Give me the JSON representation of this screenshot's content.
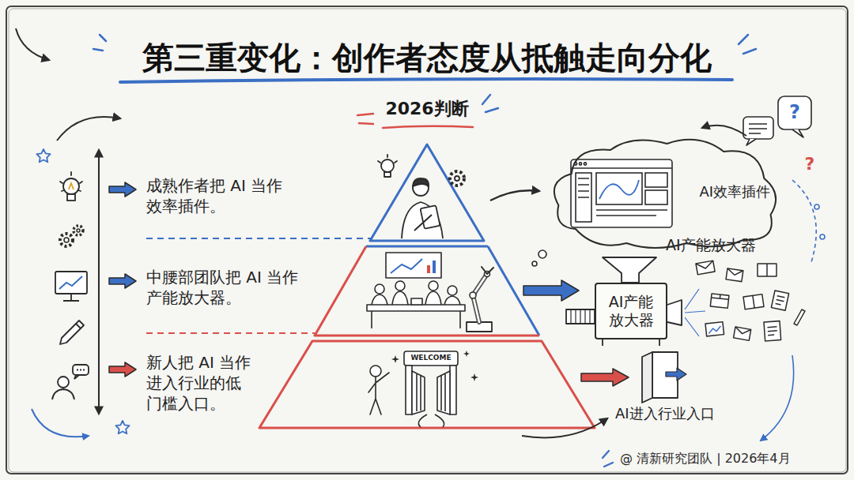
{
  "diagram": {
    "title": "第三重变化：创作者态度从抵触走向分化",
    "caption": "@ 清新研究团队 | 2026年4月",
    "nodes": [
      {
        "text": [
          "AI效率插件"
        ]
      },
      {
        "text": [
          "AI产能 放大器"
        ]
      }
    ],
    "labels": [
      "2026判断",
      "?",
      "?",
      "成熟作者把 AI 当作效率插件。",
      "中腰部团队把 AI 当作产能放大器。",
      "AI产能放大器",
      "新人把 AI 当作进入行业的低门槛入口。",
      "WELCOME",
      "AI进入行业入口"
    ]
  }
}
